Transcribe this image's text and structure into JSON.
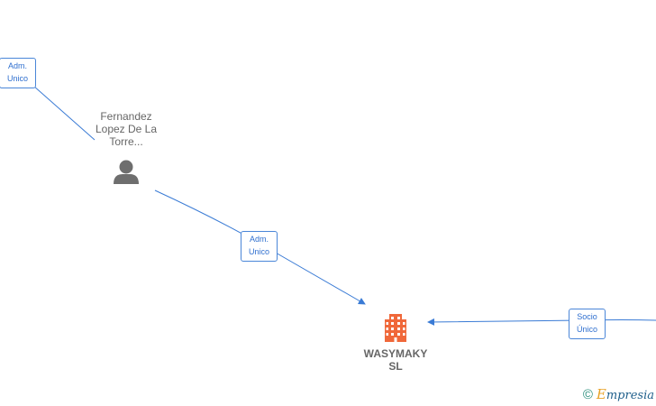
{
  "nodes": {
    "person": {
      "name_lines": [
        "Fernandez",
        "Lopez De La",
        "Torre..."
      ],
      "icon": "person-icon"
    },
    "company": {
      "name_lines": [
        "WASYMAKY",
        "SL"
      ],
      "icon": "building-icon"
    }
  },
  "edges": {
    "top_left": {
      "lines": [
        "Adm.",
        "Unico"
      ]
    },
    "person_company": {
      "lines": [
        "Adm.",
        "Unico"
      ]
    },
    "right_company": {
      "lines": [
        "Socio",
        "Único"
      ]
    }
  },
  "footer": {
    "copyright_symbol": "©",
    "brand_first": "E",
    "brand_rest": "mpresia"
  },
  "colors": {
    "edge": "#3a7bd5",
    "company_icon": "#f0683a",
    "person_icon": "#6e6e6e"
  }
}
